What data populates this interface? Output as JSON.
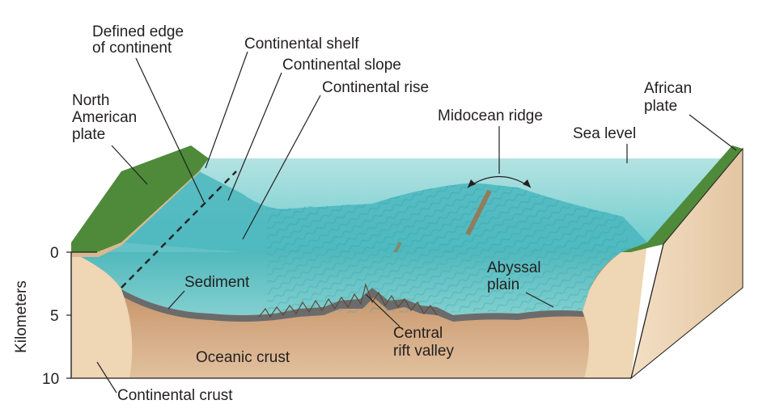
{
  "labels": {
    "defined_edge_line1": "Defined edge",
    "defined_edge_line2": "of continent",
    "continental_shelf": "Continental shelf",
    "continental_slope": "Continental slope",
    "continental_rise": "Continental rise",
    "north_american_line1": "North",
    "north_american_line2": "American",
    "north_american_line3": "plate",
    "midocean_ridge": "Midocean ridge",
    "african_line1": "African",
    "african_line2": "plate",
    "sea_level": "Sea level",
    "sediment": "Sediment",
    "abyssal_line1": "Abyssal",
    "abyssal_line2": "plain",
    "central_rift_line1": "Central",
    "central_rift_line2": "rift valley",
    "oceanic_crust": "Oceanic crust",
    "continental_crust": "Continental crust"
  },
  "axis": {
    "title": "Kilometers",
    "ticks": [
      "0",
      "5",
      "10"
    ]
  },
  "colors": {
    "water": "#5fc4c8",
    "water_deep": "#2ea6ae",
    "crust": "#c99a6b",
    "crust_dark": "#a8774a",
    "continental": "#efd6b4",
    "land_green": "#4e8a3a",
    "sediment": "#6b6b6b"
  }
}
